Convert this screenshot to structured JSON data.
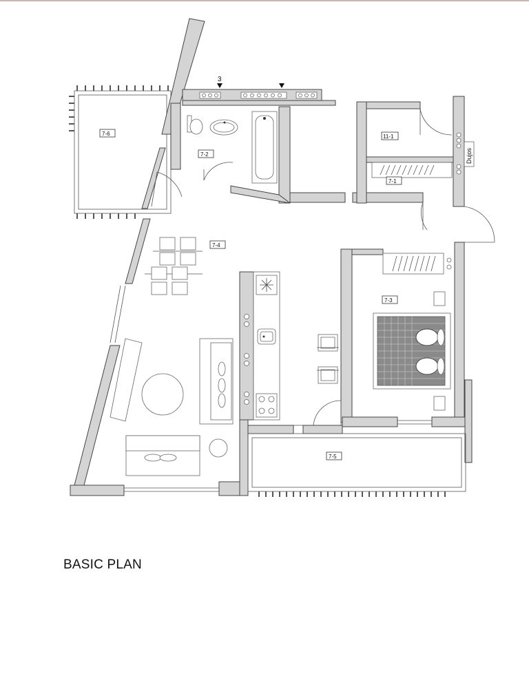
{
  "plan": {
    "caption": "BASIC PLAN",
    "section_marker": "3",
    "rooms": [
      {
        "id": "7-6"
      },
      {
        "id": "7-2"
      },
      {
        "id": "11-1"
      },
      {
        "id": "7-1"
      },
      {
        "id": "7-4"
      },
      {
        "id": "7-3"
      },
      {
        "id": "7-5"
      }
    ],
    "door_label": "Dujos"
  },
  "colors": {
    "wall_fill": "#d4d4d4",
    "line": "#444444",
    "bed_pattern": "#8a8a8a"
  }
}
